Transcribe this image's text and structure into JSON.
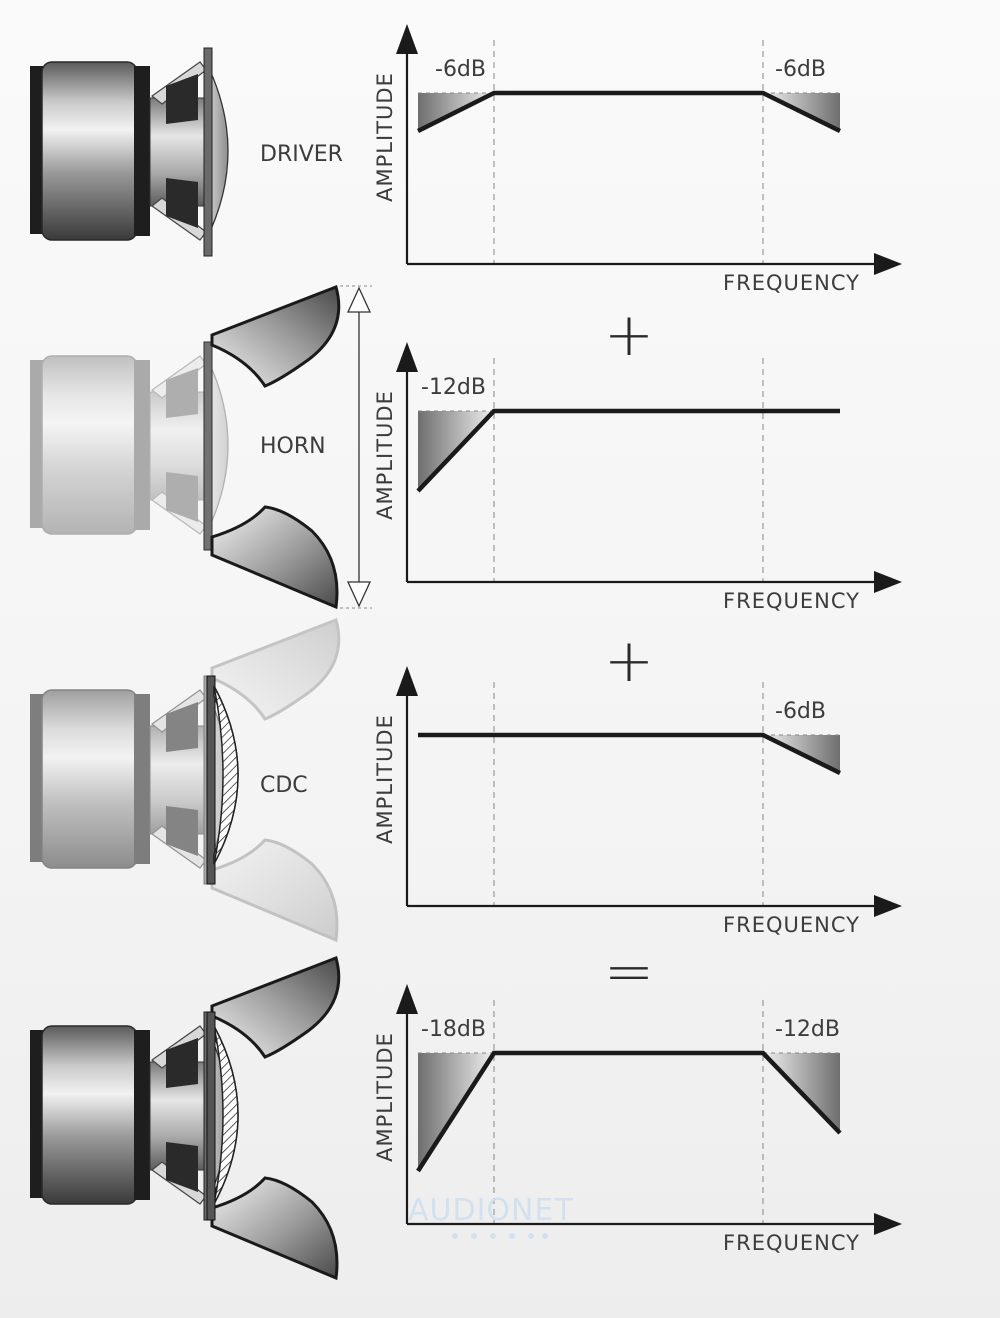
{
  "colors": {
    "line": "#1a1a1a",
    "dashed": "#9a9a9a",
    "label": "#3c3c3c",
    "watermark": "#cfe0f0"
  },
  "operators": [
    "+",
    "+",
    "="
  ],
  "panels": [
    {
      "name": "driver",
      "speaker_label": "DRIVER",
      "speaker_variant": "driver",
      "y_axis_label": "AMPLITUDE",
      "x_axis_label": "FREQUENCY",
      "response": {
        "low_rolloff": true,
        "high_rolloff": true,
        "low_slope": "gentle",
        "high_slope": "gentle"
      },
      "low_db_label": "-6dB",
      "high_db_label": "-6dB"
    },
    {
      "name": "horn",
      "speaker_label": "HORN",
      "speaker_variant": "horn",
      "y_axis_label": "AMPLITUDE",
      "x_axis_label": "FREQUENCY",
      "response": {
        "low_rolloff": true,
        "high_rolloff": false,
        "low_slope": "medium",
        "high_slope": "none"
      },
      "low_db_label": "-12dB",
      "high_db_label": ""
    },
    {
      "name": "cdc",
      "speaker_label": "CDC",
      "speaker_variant": "cdc",
      "y_axis_label": "AMPLITUDE",
      "x_axis_label": "FREQUENCY",
      "response": {
        "low_rolloff": false,
        "high_rolloff": true,
        "low_slope": "none",
        "high_slope": "gentle"
      },
      "low_db_label": "",
      "high_db_label": "-6dB"
    },
    {
      "name": "combined",
      "speaker_label": "",
      "speaker_variant": "combined",
      "y_axis_label": "AMPLITUDE",
      "x_axis_label": "FREQUENCY",
      "response": {
        "low_rolloff": true,
        "high_rolloff": true,
        "low_slope": "steep",
        "high_slope": "medium"
      },
      "low_db_label": "-18dB",
      "high_db_label": "-12dB"
    }
  ],
  "watermark": "AUDIONET"
}
